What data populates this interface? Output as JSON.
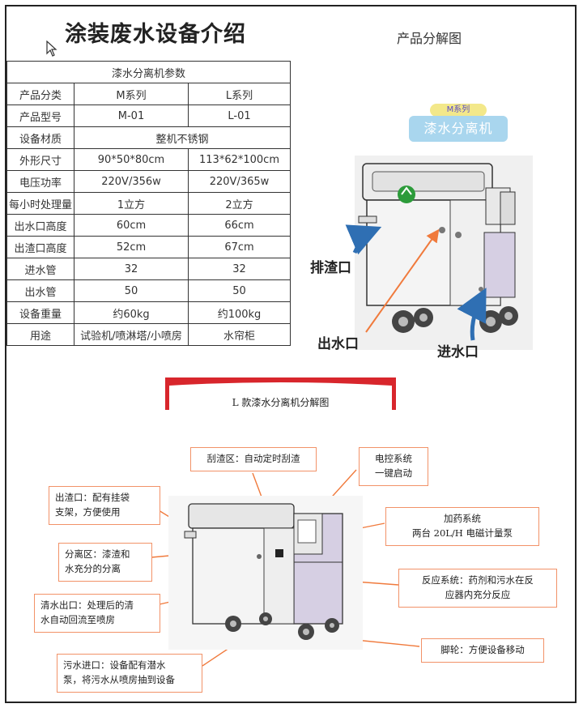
{
  "title": "涂装废水设备介绍",
  "decomp_title": "产品分解图",
  "table": {
    "heading": "漆水分离机参数",
    "rows": [
      {
        "k": "产品分类",
        "m": "M系列",
        "l": "L系列"
      },
      {
        "k": "产品型号",
        "m": "M-01",
        "l": "L-01"
      },
      {
        "k": "设备材质",
        "merged": "整机不锈钢"
      },
      {
        "k": "外形尺寸",
        "m": "90*50*80cm",
        "l": "113*62*100cm"
      },
      {
        "k": "电压功率",
        "m": "220V/356w",
        "l": "220V/365w"
      },
      {
        "k": "每小时处理量",
        "m": "1立方",
        "l": "2立方"
      },
      {
        "k": "出水口高度",
        "m": "60cm",
        "l": "66cm"
      },
      {
        "k": "出渣口高度",
        "m": "52cm",
        "l": "67cm"
      },
      {
        "k": "进水管",
        "m": "32",
        "l": "32"
      },
      {
        "k": "出水管",
        "m": "50",
        "l": "50"
      },
      {
        "k": "设备重量",
        "m": "约60kg",
        "l": "约100kg"
      },
      {
        "k": "用途",
        "m": "试验机/喷淋塔/小喷房",
        "l": "水帘柜"
      }
    ]
  },
  "m_badge": {
    "series": "M系列",
    "name": "漆水分离机"
  },
  "m_labels": {
    "slag": "排渣口",
    "outlet": "出水口",
    "inlet": "进水口"
  },
  "banner_title": "L 款漆水分离机分解图",
  "callouts": {
    "scrape": "刮渣区：自动定时刮渣",
    "control": "电控系统\n一键启动",
    "slag": "出渣口：配有挂袋\n支架，方便使用",
    "dosing": "加药系统\n两台 20L/H 电磁计量泵",
    "separation": "分离区：漆渣和\n水充分的分离",
    "reaction": "反应系统：药剂和污水在反\n应器内充分反应",
    "clean_out": "清水出口：处理后的清\n水自动回流至喷房",
    "wheels": "脚轮：方便设备移动",
    "inlet": "污水进口：设备配有潜水\n泵，将污水从喷房抽到设备"
  },
  "colors": {
    "arrow": "#f07a3c",
    "callout_border": "#f29268",
    "banner": "#d8262c",
    "m_badge": "#a9d6ee",
    "cabinet": "#d6cfe3"
  }
}
